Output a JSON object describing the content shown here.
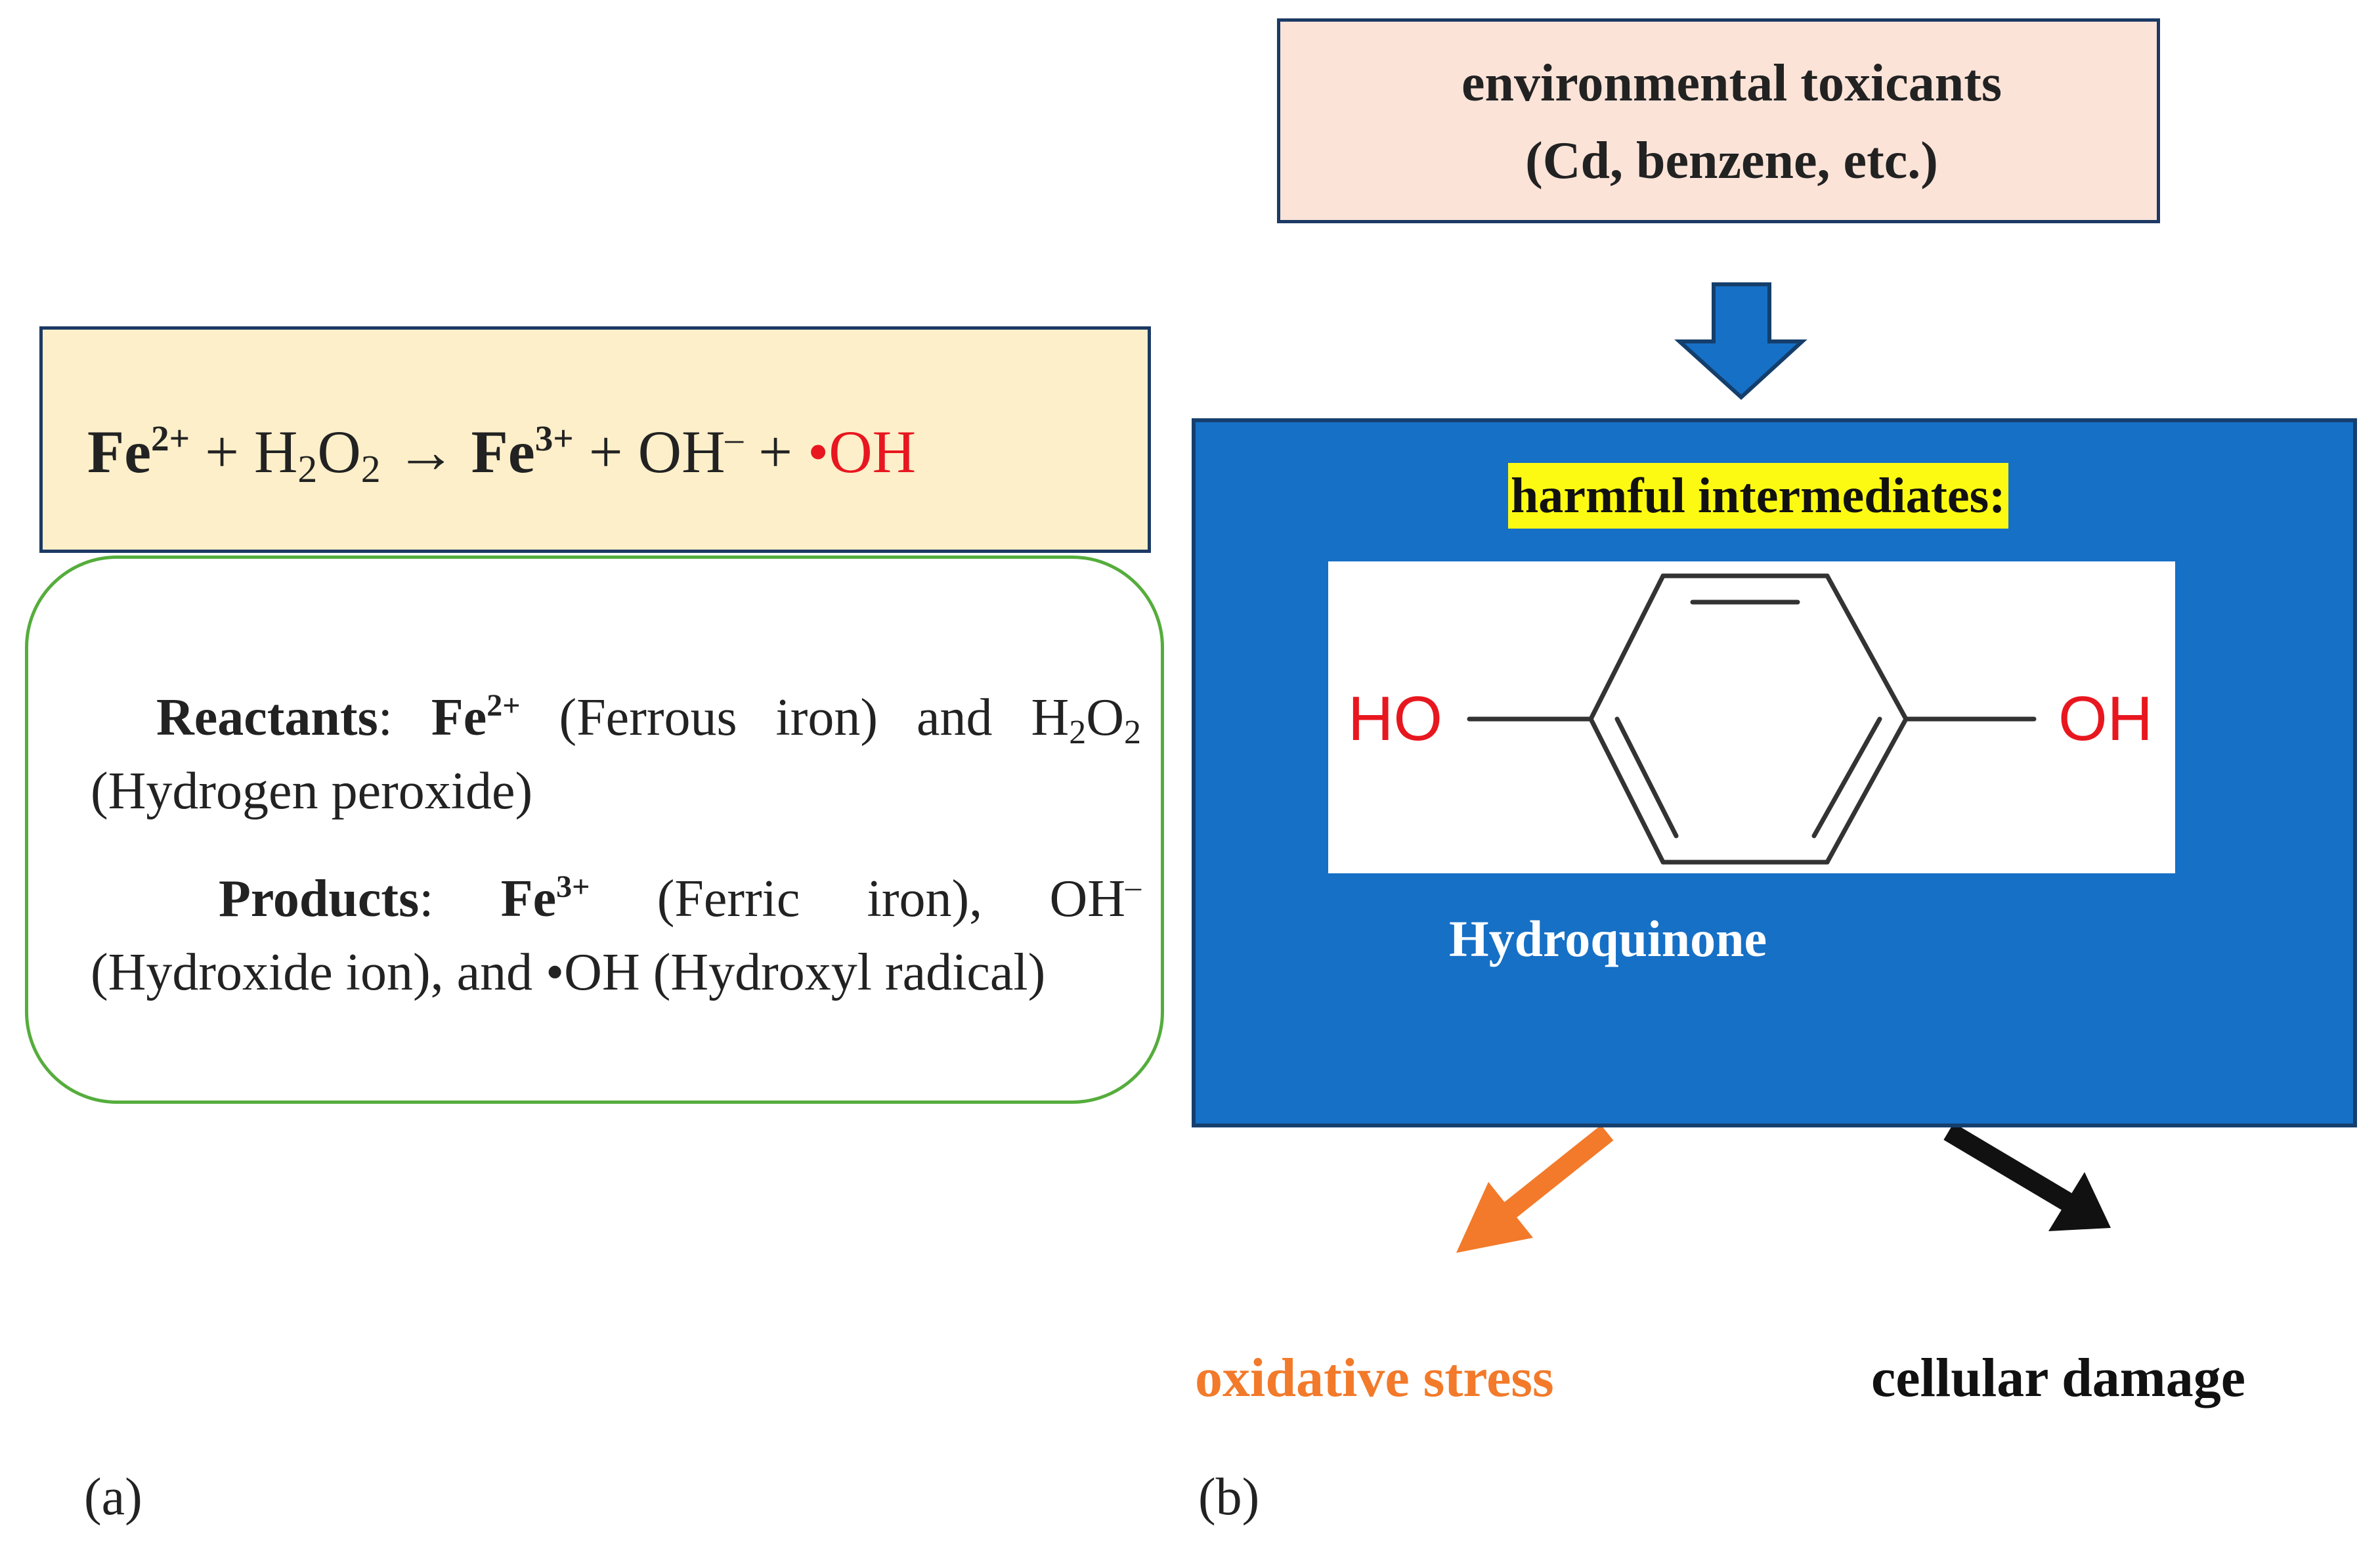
{
  "panel_a": {
    "equation": {
      "fe2": "Fe",
      "fe2_charge": "2+",
      "plus1": " + H",
      "h2": "2",
      "o": "O",
      "o2": "2",
      "arrow": " → ",
      "fe3": "Fe",
      "fe3_charge": "3+",
      "plus2": " + OH",
      "oh_charge": "–",
      "plus3": " + ",
      "radical": "•OH"
    },
    "reactants_label": "Reactants",
    "reactants_colon": ": ",
    "reactants_fe": "Fe",
    "reactants_fe_charge": "2+",
    "reactants_text": " (Ferrous iron) and H",
    "reactants_h2": "2",
    "reactants_o": "O",
    "reactants_o2": "2",
    "reactants_tail": " (Hydrogen peroxide)",
    "products_label": "Products",
    "products_colon": ": ",
    "products_fe": "Fe",
    "products_fe_charge": "3+",
    "products_text": " (Ferric iron), OH",
    "products_oh_charge": "–",
    "products_tail": " (Hydroxide ion), and •OH (Hydroxyl radical)",
    "panel_label": "(a)"
  },
  "panel_b": {
    "toxicants_line1": "environmental toxicants",
    "toxicants_line2": "(Cd, benzene, etc.)",
    "harmful_label": "harmful intermediates:",
    "molecule": {
      "left_group": "HO",
      "right_group": "OH",
      "name": "Hydroquinone"
    },
    "outcome_left": "oxidative stress",
    "outcome_right": "cellular damage",
    "panel_label": "(b)"
  },
  "colors": {
    "equation_box": "#fcefc9",
    "info_border": "#55ad3c",
    "toxicant_box": "#fbe3d8",
    "blue_box": "#1670c6",
    "highlight": "#fcfa12",
    "radical_red": "#e8171f",
    "oxidative_orange": "#f27a2a",
    "arrow_blue": "#1670c6"
  }
}
